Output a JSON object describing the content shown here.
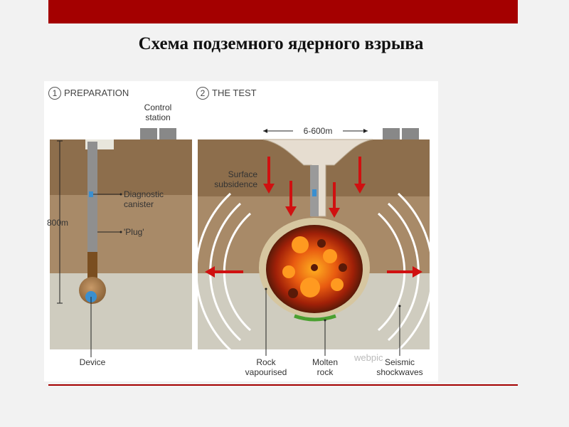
{
  "slide": {
    "title": "Схема подземного ядерного взрыва",
    "accent_color": "#a40000"
  },
  "panel_1": {
    "number": "1",
    "heading": "PREPARATION",
    "labels": {
      "control_station": "Control\nstation",
      "depth": "800m",
      "diagnostic_canister": "Diagnostic\ncanister",
      "plug": "'Plug'",
      "device": "Device"
    }
  },
  "panel_2": {
    "number": "2",
    "heading": "THE TEST",
    "labels": {
      "width": "6-600m",
      "surface_subsidence": "Surface\nsubsidence",
      "rock_vapourised": "Rock\nvapourised",
      "molten_rock": "Molten\nrock",
      "seismic_shockwaves": "Seismic\nshockwaves"
    }
  },
  "watermark": "webpic",
  "colors": {
    "soil_top": "#8a6a48",
    "soil_bottom": "#c8c4b4",
    "arrow": "#d01010",
    "fire": "#e05010",
    "shaft": "#888888"
  }
}
